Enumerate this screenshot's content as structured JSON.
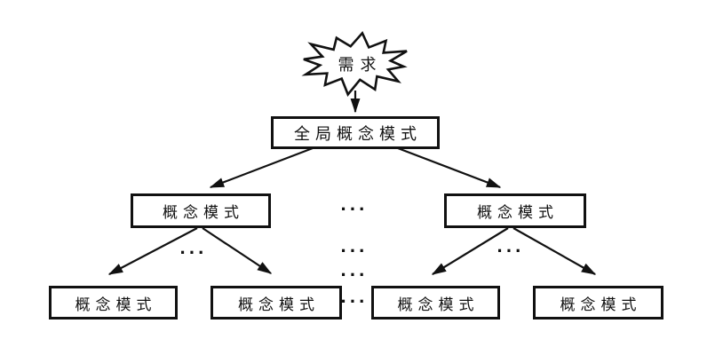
{
  "diagram": {
    "title_semantic": "distributed-database-schema-design-tree",
    "requirement_burst": {
      "label": "需求"
    },
    "global_schema": {
      "label": "全局概念模式"
    },
    "mid_schemas": [
      {
        "label": "概念模式"
      },
      {
        "label": "概念模式"
      }
    ],
    "bottom_schemas": [
      {
        "label": "概念模式"
      },
      {
        "label": "概念模式"
      },
      {
        "label": "概念模式"
      },
      {
        "label": "概念模式"
      }
    ],
    "ellipsis": "···",
    "colors": {
      "stroke": "#111111",
      "background": "#ffffff"
    }
  }
}
